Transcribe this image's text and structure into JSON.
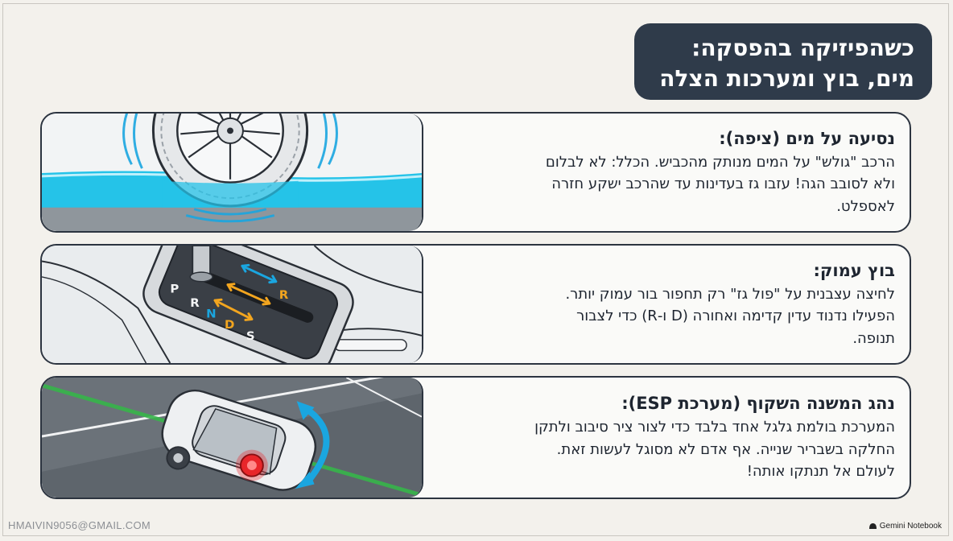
{
  "header": {
    "title_line1": "כשהפיזיקה בהפסקה:",
    "title_line2": "מים, בוץ ומערכות הצלה"
  },
  "cards": [
    {
      "heading": "נסיעה על מים (ציפה):",
      "lines": [
        "הרכב \"גולש\" על המים מנותק מהכביש. הכלל: לא לבלום",
        "ולא לסובב הגה! עזבו גז בעדינות עד שהרכב ישקע חזרה",
        "לאספלט."
      ],
      "illustration": "tire-hydroplaning-icon"
    },
    {
      "heading": "בוץ עמוק:",
      "lines": [
        "לחיצה עצבנית על \"פול גז\" רק תחפור בור עמוק יותר.",
        "הפעילו נדנוד עדין קדימה ואחורה (D ו-R) כדי לצבור",
        "תנופה."
      ],
      "illustration": "gear-shifter-icon",
      "gear_letters": [
        "P",
        "R",
        "N",
        "D",
        "S",
        "R"
      ]
    },
    {
      "heading": "נהג המשנה השקוף (מערכת ESP):",
      "lines": [
        "המערכת בולמת גלגל אחד בלבד כדי לצור ציר סיבוב ולתקן",
        "החלקה בשבריר שנייה. אף אדם לא מסוגל לעשות זאת.",
        "לעולם אל תנתקו אותה!"
      ],
      "illustration": "car-esp-icon"
    }
  ],
  "footer": {
    "email": "HMAIVIN9056@GMAIL.COM",
    "brand": "Gemini Notebook"
  },
  "colors": {
    "title_bg": "#2f3b4a",
    "water": "#1ec0e6",
    "highlight_blue": "#1aa6e0",
    "highlight_orange": "#f2a51f",
    "brake_red": "#e8262a",
    "green_line": "#37b54a"
  }
}
